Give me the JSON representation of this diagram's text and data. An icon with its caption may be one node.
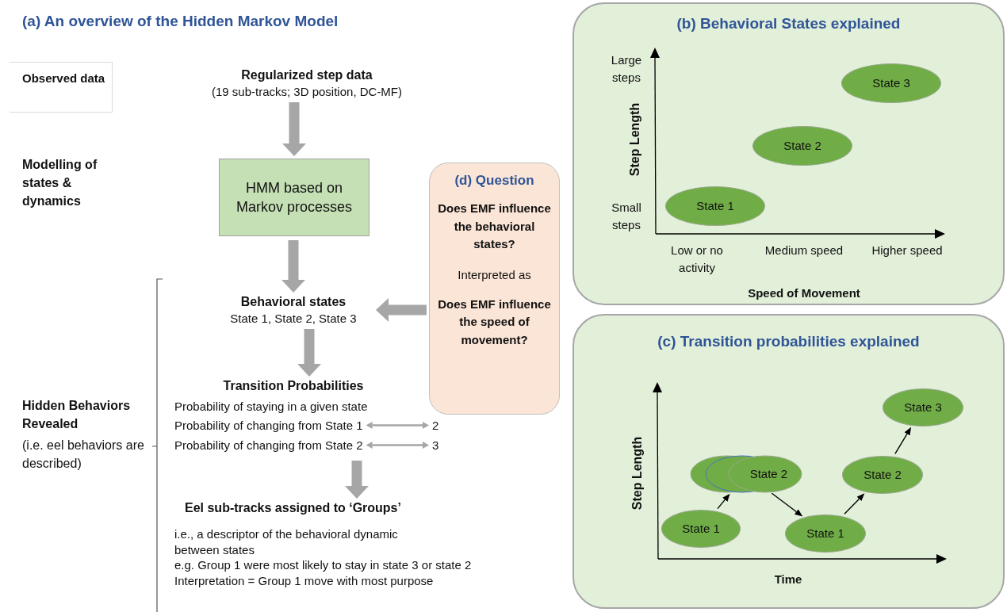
{
  "diagram": {
    "title": "(a) An overview of the Hidden Markov Model",
    "nodes": [
      {
        "text": [
          "Observed data"
        ]
      },
      {
        "text": [
          "Regularized step data",
          "(19 sub-tracks; 3D position, DC-MF)"
        ]
      },
      {
        "text": [
          "HMM based on Markov processes"
        ]
      },
      {
        "text": [
          "Behavioral states",
          "State 1, State 2, State 3"
        ]
      },
      {
        "text": [
          "Transition  Probabilities",
          "Probability of staying in a given state"
        ]
      },
      {
        "text": [
          "Probability of changing from State 1"
        ],
        "in": 4
      },
      {
        "text": [
          "2"
        ],
        "in": 4
      },
      {
        "text": [
          "Probability of changing from State 2"
        ],
        "in": 4
      },
      {
        "text": [
          "3"
        ],
        "in": 4
      },
      {
        "text": [
          "Eel sub-tracks assigned to ‘Groups’",
          "i.e., a descriptor of the behavioral dynamic between states",
          "e.g. Group 1 were most likely to stay in state 3 or state 2",
          "Interpretation = Group 1 move with most purpose"
        ]
      },
      {
        "text": [
          "(d) Question",
          "Does EMF influence the behavioral states?",
          "Interpreted as",
          "Does EMF influence the speed of movement?"
        ]
      },
      {
        "text": [
          "(b) Behavioral States explained"
        ]
      },
      {
        "text": [
          "State 1"
        ],
        "in": 11
      },
      {
        "text": [
          "State 2"
        ],
        "in": 11
      },
      {
        "text": [
          "State 3"
        ],
        "in": 11
      },
      {
        "text": [
          "(c) Transition probabilities explained"
        ]
      },
      {
        "text": [
          "State 1"
        ],
        "in": 15
      },
      {
        "text": [
          "State 2"
        ],
        "in": 15
      },
      {
        "text": [
          "State 1"
        ],
        "in": 15
      },
      {
        "text": [
          "State 2"
        ],
        "in": 15
      },
      {
        "text": [
          "State 3"
        ],
        "in": 15
      }
    ],
    "edges": [
      {
        "from": 1,
        "to": 2,
        "arrow": "to",
        "style": "thick",
        "color": "#a6a6a6"
      },
      {
        "from": 2,
        "to": 3,
        "arrow": "to",
        "style": "thick",
        "color": "#a6a6a6"
      },
      {
        "from": 3,
        "to": 4,
        "arrow": "to",
        "style": "thick",
        "color": "#a6a6a6"
      },
      {
        "from": 4,
        "to": 9,
        "arrow": "to",
        "style": "thick",
        "color": "#a6a6a6"
      },
      {
        "from": 10,
        "to": 3,
        "arrow": "to",
        "style": "thick",
        "color": "#a6a6a6"
      },
      {
        "from": 5,
        "to": 6,
        "arrow": "both",
        "color": "#a6a6a6"
      },
      {
        "from": 7,
        "to": 8,
        "arrow": "both",
        "color": "#a6a6a6"
      },
      {
        "from": 16,
        "to": 17,
        "arrow": "to",
        "color": "#000000"
      },
      {
        "from": 17,
        "to": 18,
        "arrow": "to",
        "color": "#000000"
      },
      {
        "from": 18,
        "to": 19,
        "arrow": "to",
        "color": "#000000"
      },
      {
        "from": 19,
        "to": 20,
        "arrow": "to",
        "color": "#000000"
      }
    ],
    "labels": [
      "Modelling of states & dynamics",
      "Hidden Behaviors Revealed",
      "(i.e. eel behaviors are described)",
      "Large steps",
      "Small steps",
      "Step Length",
      "Low or no activity",
      "Medium speed",
      "Higher speed",
      "Speed of Movement",
      "Step Length",
      "Time"
    ]
  }
}
